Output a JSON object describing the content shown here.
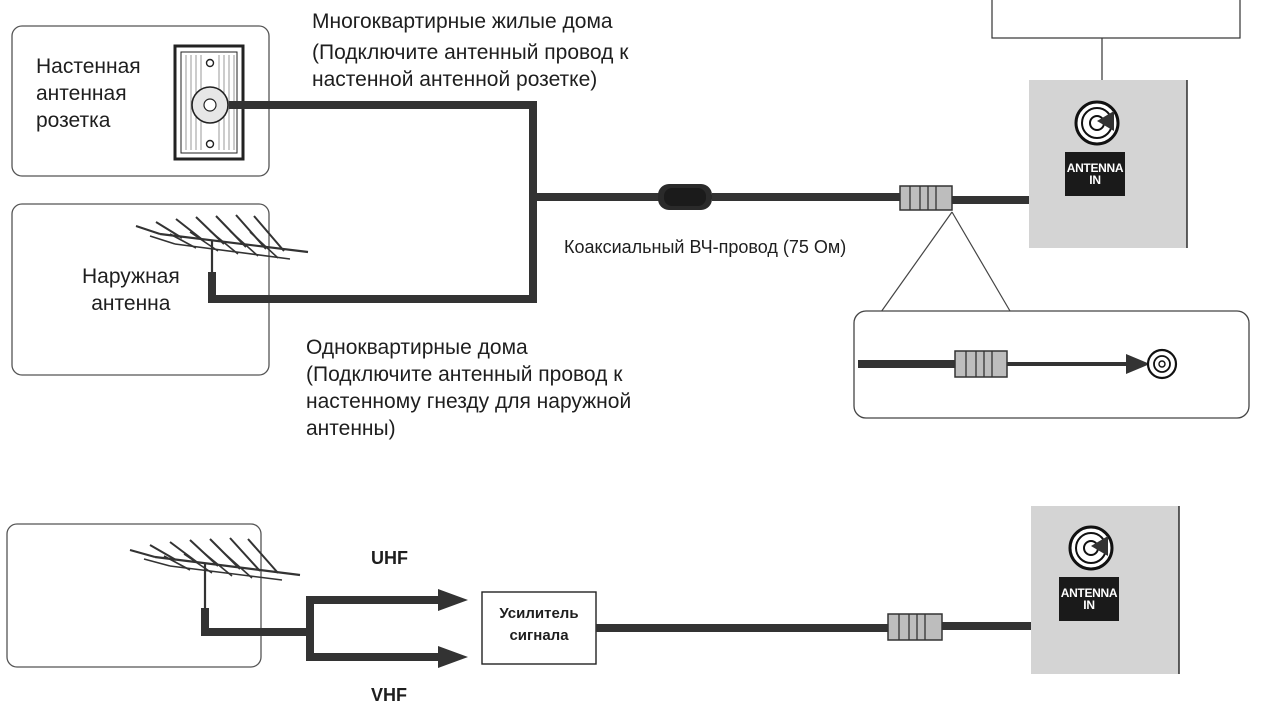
{
  "top_diagram": {
    "wall_socket_box": {
      "label_lines": [
        "Настенная",
        "антенная",
        "розетка"
      ]
    },
    "outdoor_antenna_box": {
      "label_lines": [
        "Наружная",
        "антенна"
      ]
    },
    "apartment_note": {
      "lines": [
        "Многоквартирные жилые дома",
        "(Подключите антенный провод к",
        "настенной антенной розетке)"
      ]
    },
    "house_note": {
      "lines": [
        "Одноквартирные дома",
        "(Подключите антенный провод к",
        "настенному гнезду для наружной",
        "антенны)"
      ]
    },
    "cable_label": "Коаксиальный ВЧ-провод (75 Ом)",
    "tv_port": {
      "label_lines": [
        "ANTENNA",
        "IN"
      ]
    }
  },
  "bottom_diagram": {
    "amplifier": {
      "label_lines": [
        "Усилитель",
        "сигнала"
      ]
    },
    "band_upper": "UHF",
    "band_lower": "VHF",
    "tv_port": {
      "label_lines": [
        "ANTENNA",
        "IN"
      ]
    }
  },
  "colors": {
    "cable": "#333333",
    "panel": "#d4d4d4",
    "box_border": "#555555",
    "port_label_bg": "#1a1a1a"
  }
}
